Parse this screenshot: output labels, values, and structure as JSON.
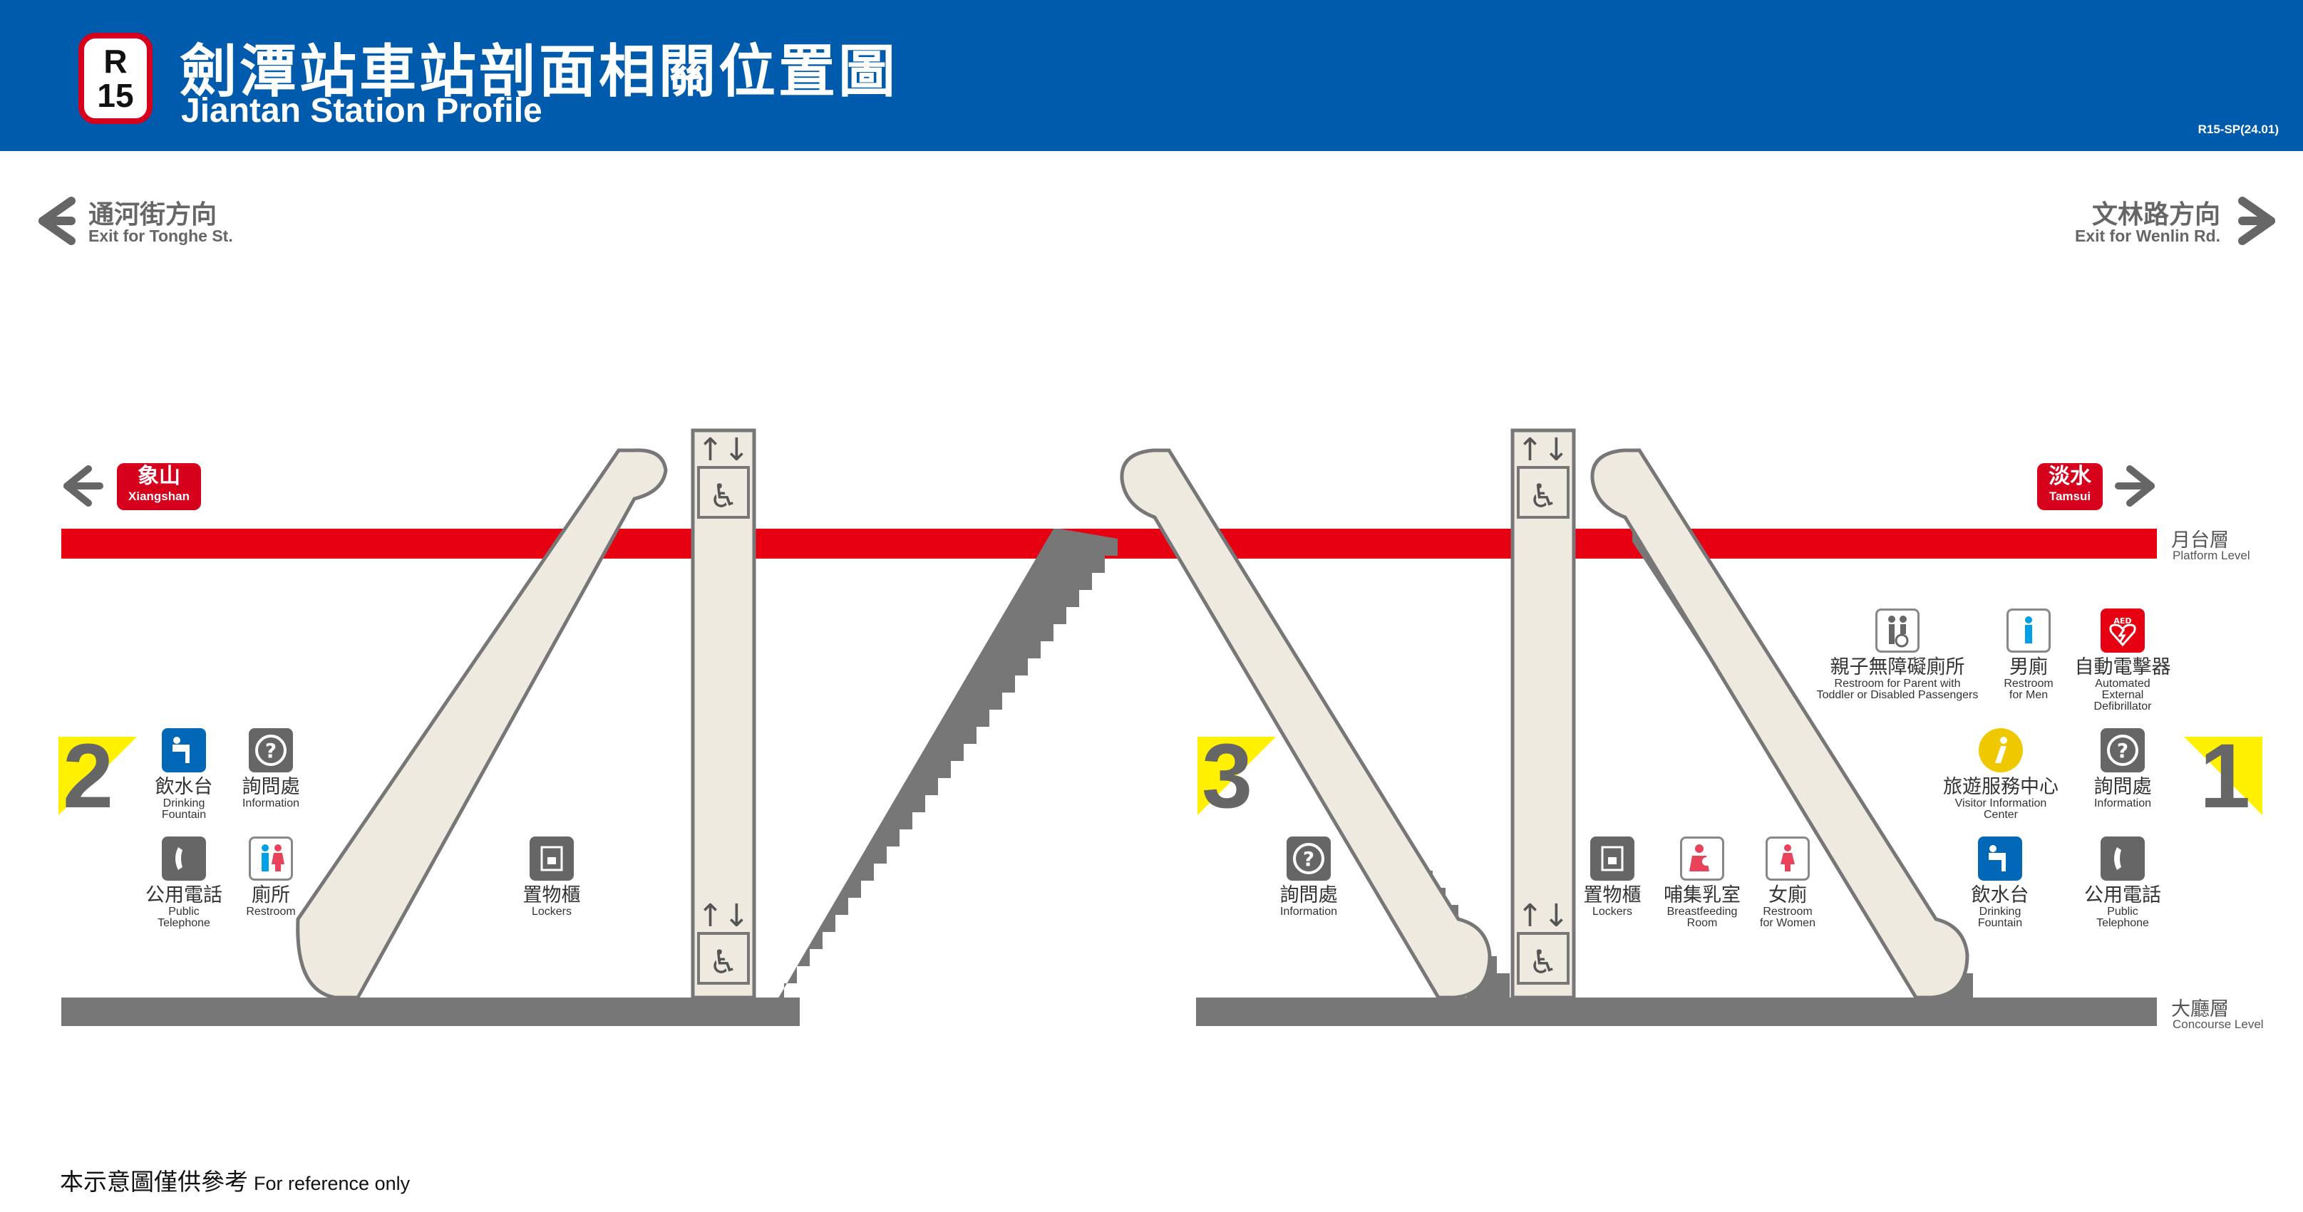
{
  "header": {
    "line_letter": "R",
    "line_number": "15",
    "title_zh": "劍潭站車站剖面相關位置圖",
    "title_en": "Jiantan Station Profile",
    "code": "R15-SP(24.01)",
    "bg_color": "#005bac"
  },
  "exits_top": {
    "left_zh": "通河街方向",
    "left_en": "Exit for Tonghe St.",
    "right_zh": "文林路方向",
    "right_en": "Exit for Wenlin Rd."
  },
  "destinations": {
    "left_zh": "象山",
    "left_en": "Xiangshan",
    "right_zh": "淡水",
    "right_en": "Tamsui",
    "color": "#d7001c"
  },
  "levels": {
    "platform_zh": "月台層",
    "platform_en": "Platform Level",
    "concourse_zh": "大廳層",
    "concourse_en": "Concourse Level",
    "platform_color": "#e60012",
    "concourse_color": "#777777"
  },
  "exit_numbers": {
    "exit2": "2",
    "exit3": "3",
    "exit1": "1",
    "accent": "#fff100"
  },
  "facilities": {
    "drinking_left_zh": "飲水台",
    "drinking_left_en": "Drinking\nFountain",
    "info_left_zh": "詢問處",
    "info_left_en": "Information",
    "phone_left_zh": "公用電話",
    "phone_left_en": "Public\nTelephone",
    "restroom_left_zh": "廁所",
    "restroom_left_en": "Restroom",
    "lockers_left_zh": "置物櫃",
    "lockers_left_en": "Lockers",
    "info_mid_zh": "詢問處",
    "info_mid_en": "Information",
    "lockers_mid_zh": "置物櫃",
    "lockers_mid_en": "Lockers",
    "breast_zh": "哺集乳室",
    "breast_en": "Breastfeeding\nRoom",
    "women_zh": "女廁",
    "women_en": "Restroom\nfor Women",
    "family_zh": "親子無障礙廁所",
    "family_en": "Restroom for Parent with\nToddler or Disabled Passengers",
    "men_zh": "男廁",
    "men_en": "Restroom\nfor Men",
    "aed_zh": "自動電擊器",
    "aed_en": "Automated\nExternal\nDefibrillator",
    "aed_label": "AED",
    "visitor_zh": "旅遊服務中心",
    "visitor_en": "Visitor Information\nCenter",
    "info_right_zh": "詢問處",
    "info_right_en": "Information",
    "drinking_right_zh": "飲水台",
    "drinking_right_en": "Drinking\nFountain",
    "phone_right_zh": "公用電話",
    "phone_right_en": "Public\nTelephone"
  },
  "footer": {
    "note_zh": "本示意圖僅供參考",
    "note_en": "For reference only"
  }
}
